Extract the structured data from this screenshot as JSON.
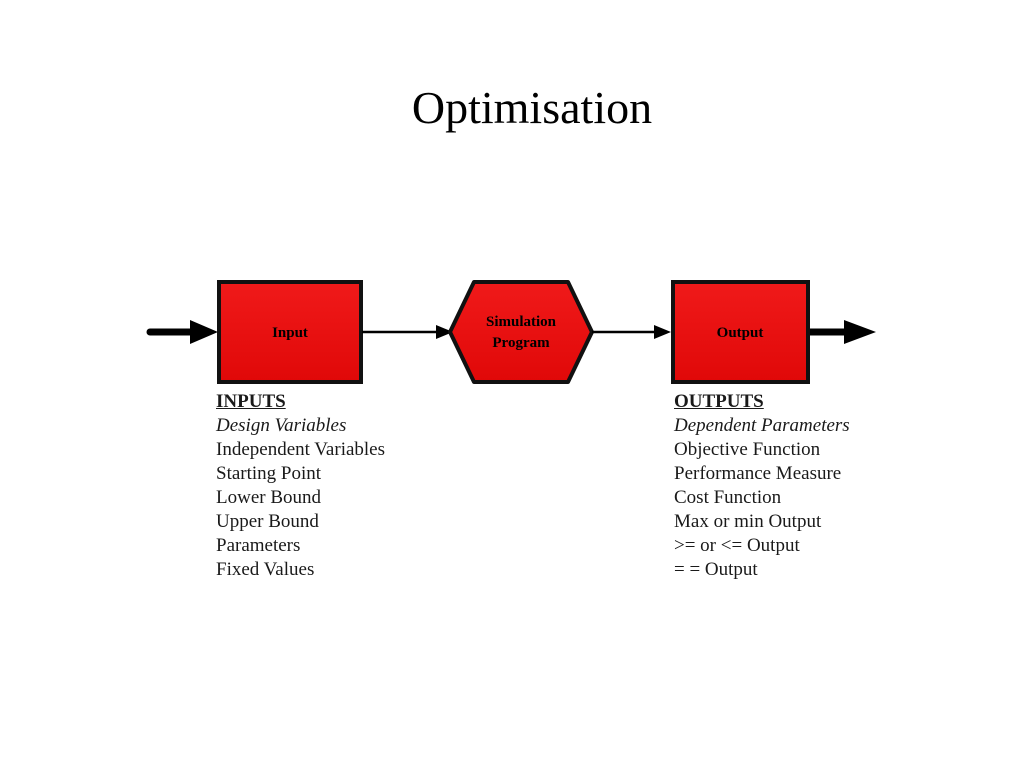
{
  "title": "Optimisation",
  "diagram": {
    "nodes": [
      {
        "id": "input",
        "shape": "rectangle",
        "label_lines": [
          "Input"
        ]
      },
      {
        "id": "simulation",
        "shape": "hexagon",
        "label_lines": [
          "Simulation",
          "Program"
        ]
      },
      {
        "id": "output",
        "shape": "rectangle",
        "label_lines": [
          "Output"
        ]
      }
    ],
    "edges": [
      {
        "from": "external",
        "to": "input",
        "style": "thick"
      },
      {
        "from": "input",
        "to": "simulation",
        "style": "thin"
      },
      {
        "from": "simulation",
        "to": "output",
        "style": "thin"
      },
      {
        "from": "output",
        "to": "external",
        "style": "thick"
      }
    ],
    "colors": {
      "node_fill": "#ee1010",
      "node_stroke": "#111111",
      "arrow": "#000000"
    }
  },
  "inputs": {
    "heading": "INPUTS",
    "subheading": "Design Variables",
    "items": [
      "Independent Variables",
      "Starting Point",
      "Lower Bound",
      "Upper Bound",
      "Parameters",
      "Fixed Values"
    ]
  },
  "outputs": {
    "heading": "OUTPUTS",
    "subheading": "Dependent Parameters",
    "items": [
      "Objective Function",
      "Performance Measure",
      "Cost Function",
      "Max or min Output",
      ">= or <= Output",
      "= = Output"
    ]
  }
}
